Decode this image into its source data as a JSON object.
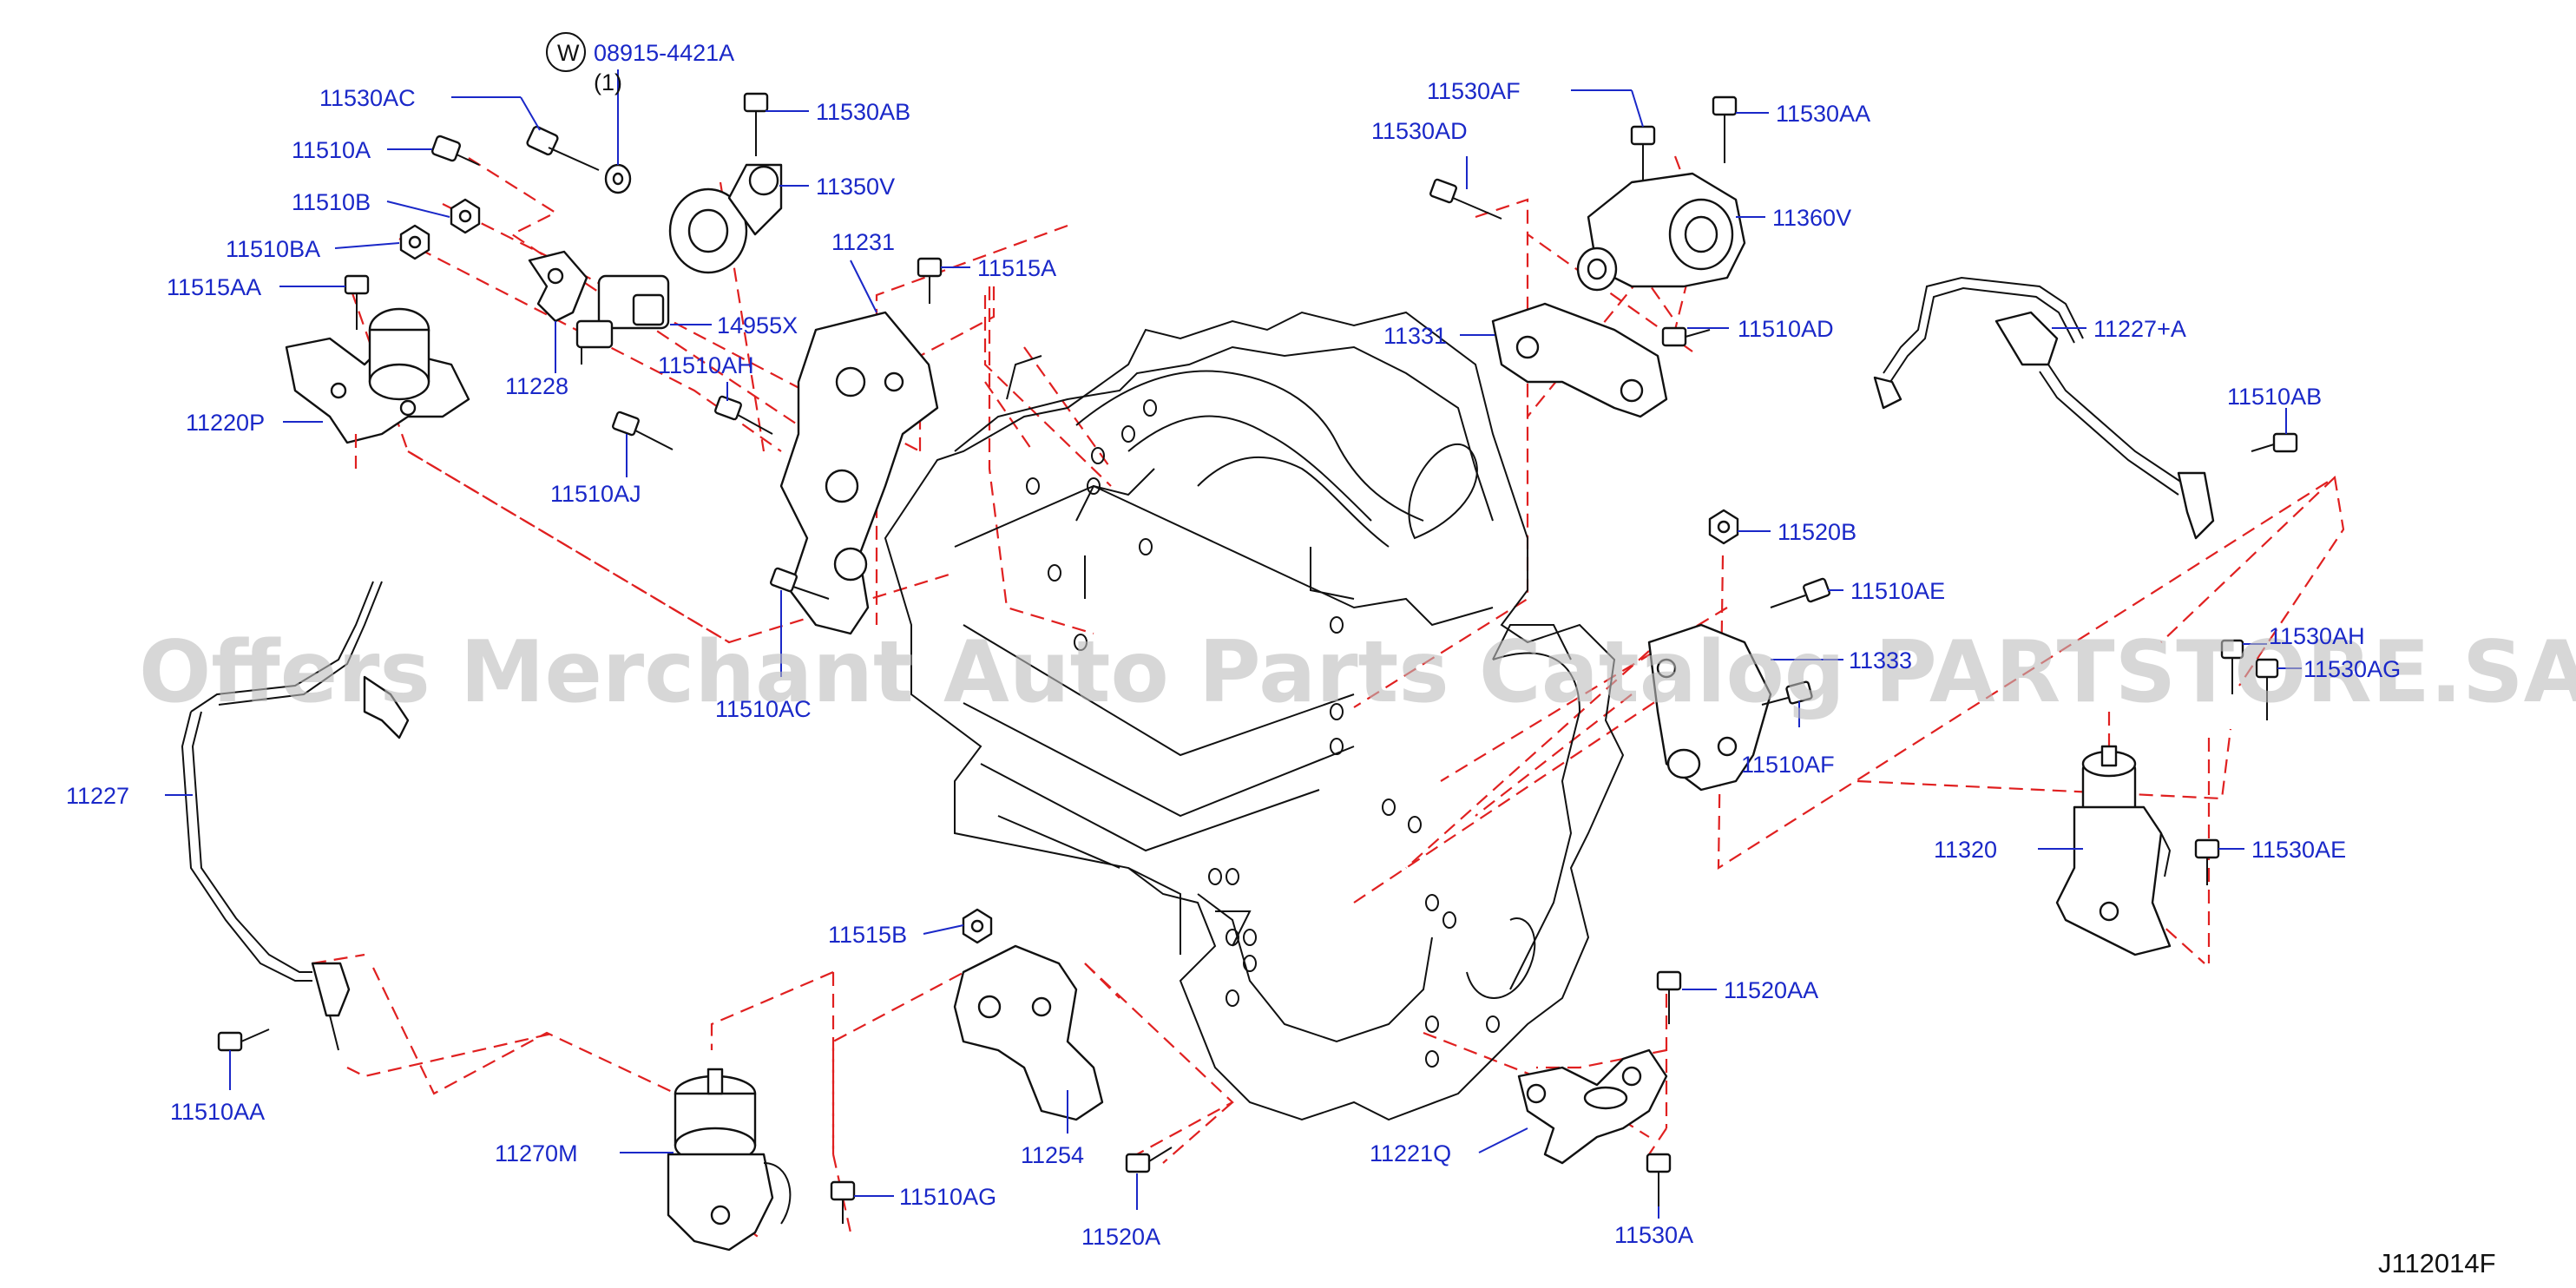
{
  "diagram_code": "J112014F",
  "watermark": "Offers Merchant Auto Parts Catalog PARTSTORE.SA",
  "washer_symbol": "W",
  "washer_qty": "(1)",
  "colors": {
    "label": "#1a28c8",
    "guide": "#e02020",
    "line": "#111111",
    "watermark": "#bdbdbd"
  },
  "labels": {
    "p08915": "08915-4421A",
    "p11530AC": "11530AC",
    "p11530AB": "11530AB",
    "p11510A": "11510A",
    "p11350V": "11350V",
    "p11510B": "11510B",
    "p11510BA": "11510BA",
    "p14955X": "14955X",
    "p11515AA": "11515AA",
    "p11228": "11228",
    "p11220P": "11220P",
    "p11231": "11231",
    "p11515A": "11515A",
    "p11510AH": "11510AH",
    "p11510AJ": "11510AJ",
    "p11510AC": "11510AC",
    "p11530AF": "11530AF",
    "p11530AA": "11530AA",
    "p11530AD": "11530AD",
    "p11360V": "11360V",
    "p11331": "11331",
    "p11510AD": "11510AD",
    "p11227A": "11227+A",
    "p11510AB": "11510AB",
    "p11520B": "11520B",
    "p11510AE": "11510AE",
    "p11333": "11333",
    "p11510AF": "11510AF",
    "p11530AH": "11530AH",
    "p11530AG": "11530AG",
    "p11320": "11320",
    "p11530AE": "11530AE",
    "p11227": "11227",
    "p11510AA": "11510AA",
    "p11515B": "11515B",
    "p11270M": "11270M",
    "p11510AG": "11510AG",
    "p11254": "11254",
    "p11520A": "11520A",
    "p11520AA": "11520AA",
    "p11221Q": "11221Q",
    "p11530A": "11530A"
  }
}
